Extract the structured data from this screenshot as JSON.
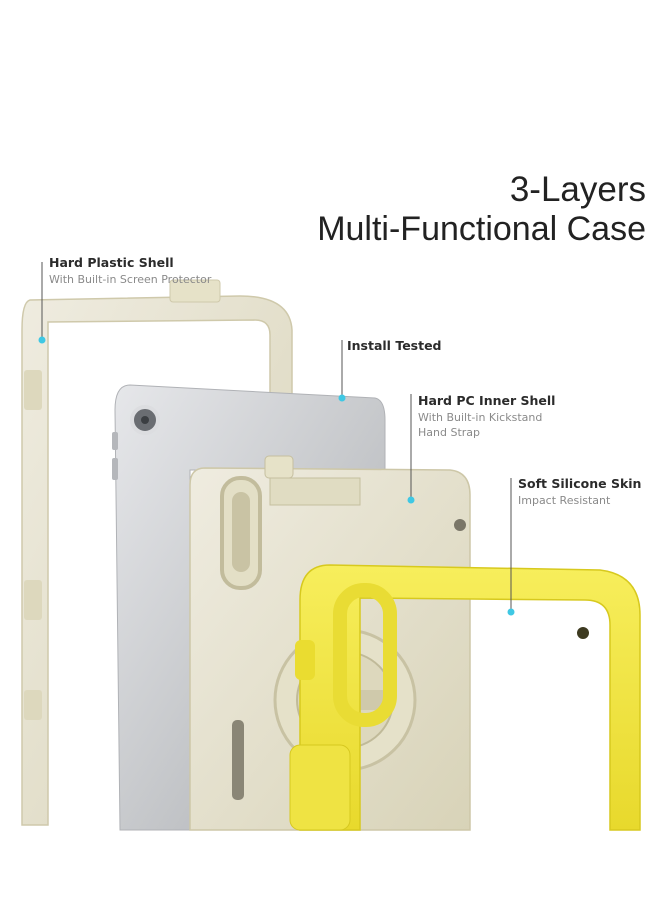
{
  "heading": {
    "line1": "3-Layers",
    "line2": "Multi-Functional Case"
  },
  "callouts": [
    {
      "title": "Hard Plastic Shell",
      "subtitle": "With Built-in Screen Protector"
    },
    {
      "title": "Install Tested",
      "subtitle": ""
    },
    {
      "title": "Hard PC Inner Shell",
      "subtitle_line1": "With Built-in Kickstand",
      "subtitle_line2": "Hand Strap"
    },
    {
      "title": "Soft Silicone Skin",
      "subtitle": "Impact Resistant"
    }
  ],
  "colors": {
    "callout_dot": "#3fc8e4",
    "leader_line": "#555555",
    "shell_beige": "#e8e4cc",
    "skin_yellow": "#f3e844",
    "tablet_gray": "#c4c6ca"
  }
}
